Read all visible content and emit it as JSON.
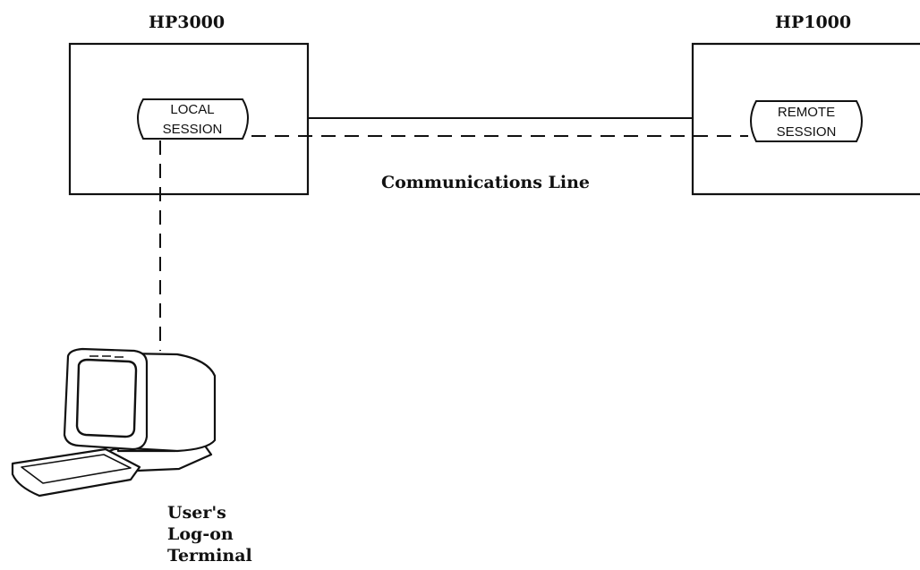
{
  "hosts": {
    "local": {
      "title": "HP3000"
    },
    "remote": {
      "title": "HP1000"
    }
  },
  "sessions": {
    "local": {
      "line1": "LOCAL",
      "line2": "SESSION"
    },
    "remote": {
      "line1": "REMOTE",
      "line2": "SESSION"
    }
  },
  "communications_line": {
    "label": "Communications Line"
  },
  "terminal": {
    "label_line1": "User's",
    "label_line2": "Log-on",
    "label_line3": "Terminal"
  }
}
